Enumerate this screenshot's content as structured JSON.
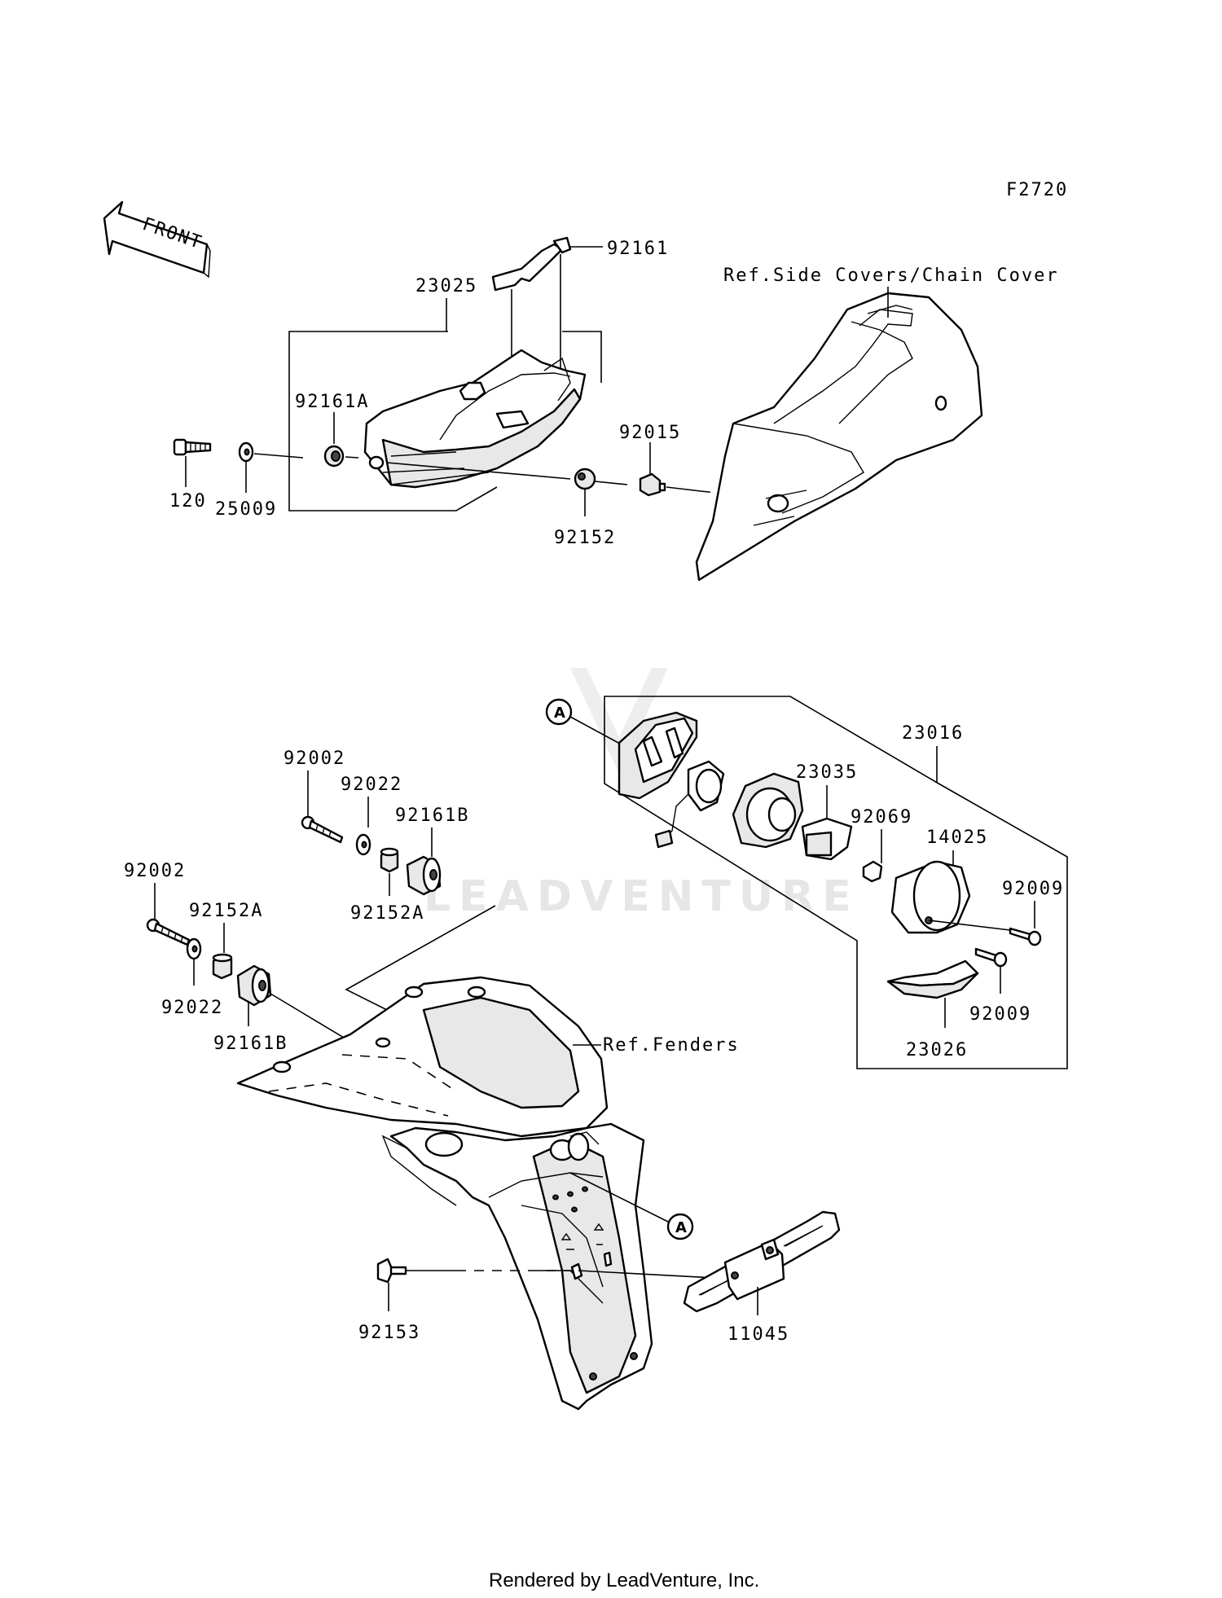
{
  "figure_code": "F2720",
  "front_arrow_text": "FRONT",
  "watermark": "LEADVENTURE",
  "footer": "Rendered by LeadVenture, Inc.",
  "callout_letter": "A",
  "references": {
    "side_covers": "Ref.Side Covers/Chain Cover",
    "fenders": "Ref.Fenders"
  },
  "upper_assembly": {
    "p23025": "23025",
    "p92161": "92161",
    "p92161A": "92161A",
    "p120": "120",
    "p25009": "25009",
    "p92015": "92015",
    "p92152": "92152"
  },
  "lower_assembly": {
    "p23016": "23016",
    "p23035": "23035",
    "p92069": "92069",
    "p14025": "14025",
    "p92009_a": "92009",
    "p92009_b": "92009",
    "p23026": "23026",
    "p92002_a": "92002",
    "p92022_a": "92022",
    "p92161B_a": "92161B",
    "p92152A_a": "92152A",
    "p92002_b": "92002",
    "p92152A_b": "92152A",
    "p92022_b": "92022",
    "p92161B_b": "92161B",
    "p92153": "92153",
    "p11045": "11045"
  }
}
